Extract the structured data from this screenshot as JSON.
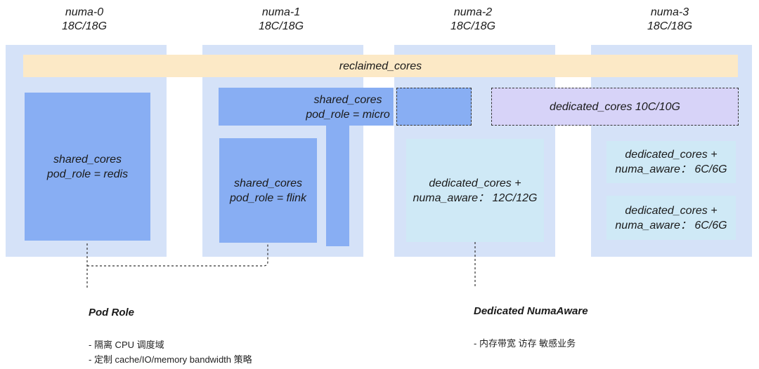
{
  "numa_nodes": [
    {
      "name": "numa-0",
      "capacity": "18C/18G"
    },
    {
      "name": "numa-1",
      "capacity": "18C/18G"
    },
    {
      "name": "numa-2",
      "capacity": "18C/18G"
    },
    {
      "name": "numa-3",
      "capacity": "18C/18G"
    }
  ],
  "reclaimed": {
    "label": "reclaimed_cores"
  },
  "shared_redis": {
    "line1": "shared_cores",
    "line2": "pod_role = redis"
  },
  "shared_micro": {
    "line1": "shared_cores",
    "line2": "pod_role = micro"
  },
  "shared_flink": {
    "line1": "shared_cores",
    "line2": "pod_role = flink"
  },
  "dedicated_10": {
    "label": "dedicated_cores 10C/10G"
  },
  "dedicated_numa2": {
    "line1": "dedicated_cores +",
    "line2": "numa_aware： 12C/12G"
  },
  "dedicated_numa3a": {
    "line1": "dedicated_cores +",
    "line2": "numa_aware： 6C/6G"
  },
  "dedicated_numa3b": {
    "line1": "dedicated_cores +",
    "line2": "numa_aware： 6C/6G"
  },
  "legend": {
    "pod_role": {
      "title": "Pod Role",
      "items": [
        "- 隔离 CPU 调度域",
        "- 定制 cache/IO/memory bandwidth 策略"
      ]
    },
    "dedicated_numaaware": {
      "title": "Dedicated NumaAware",
      "items": [
        "- 内存带宽 访存 敏感业务"
      ]
    }
  },
  "colors": {
    "numa_column": "#d5e2f8",
    "reclaimed": "#fce9c6",
    "shared": "#88aef3",
    "dedicated_numa_aware": "#cfe9f6",
    "dedicated_cores": "#d7d3f8"
  }
}
